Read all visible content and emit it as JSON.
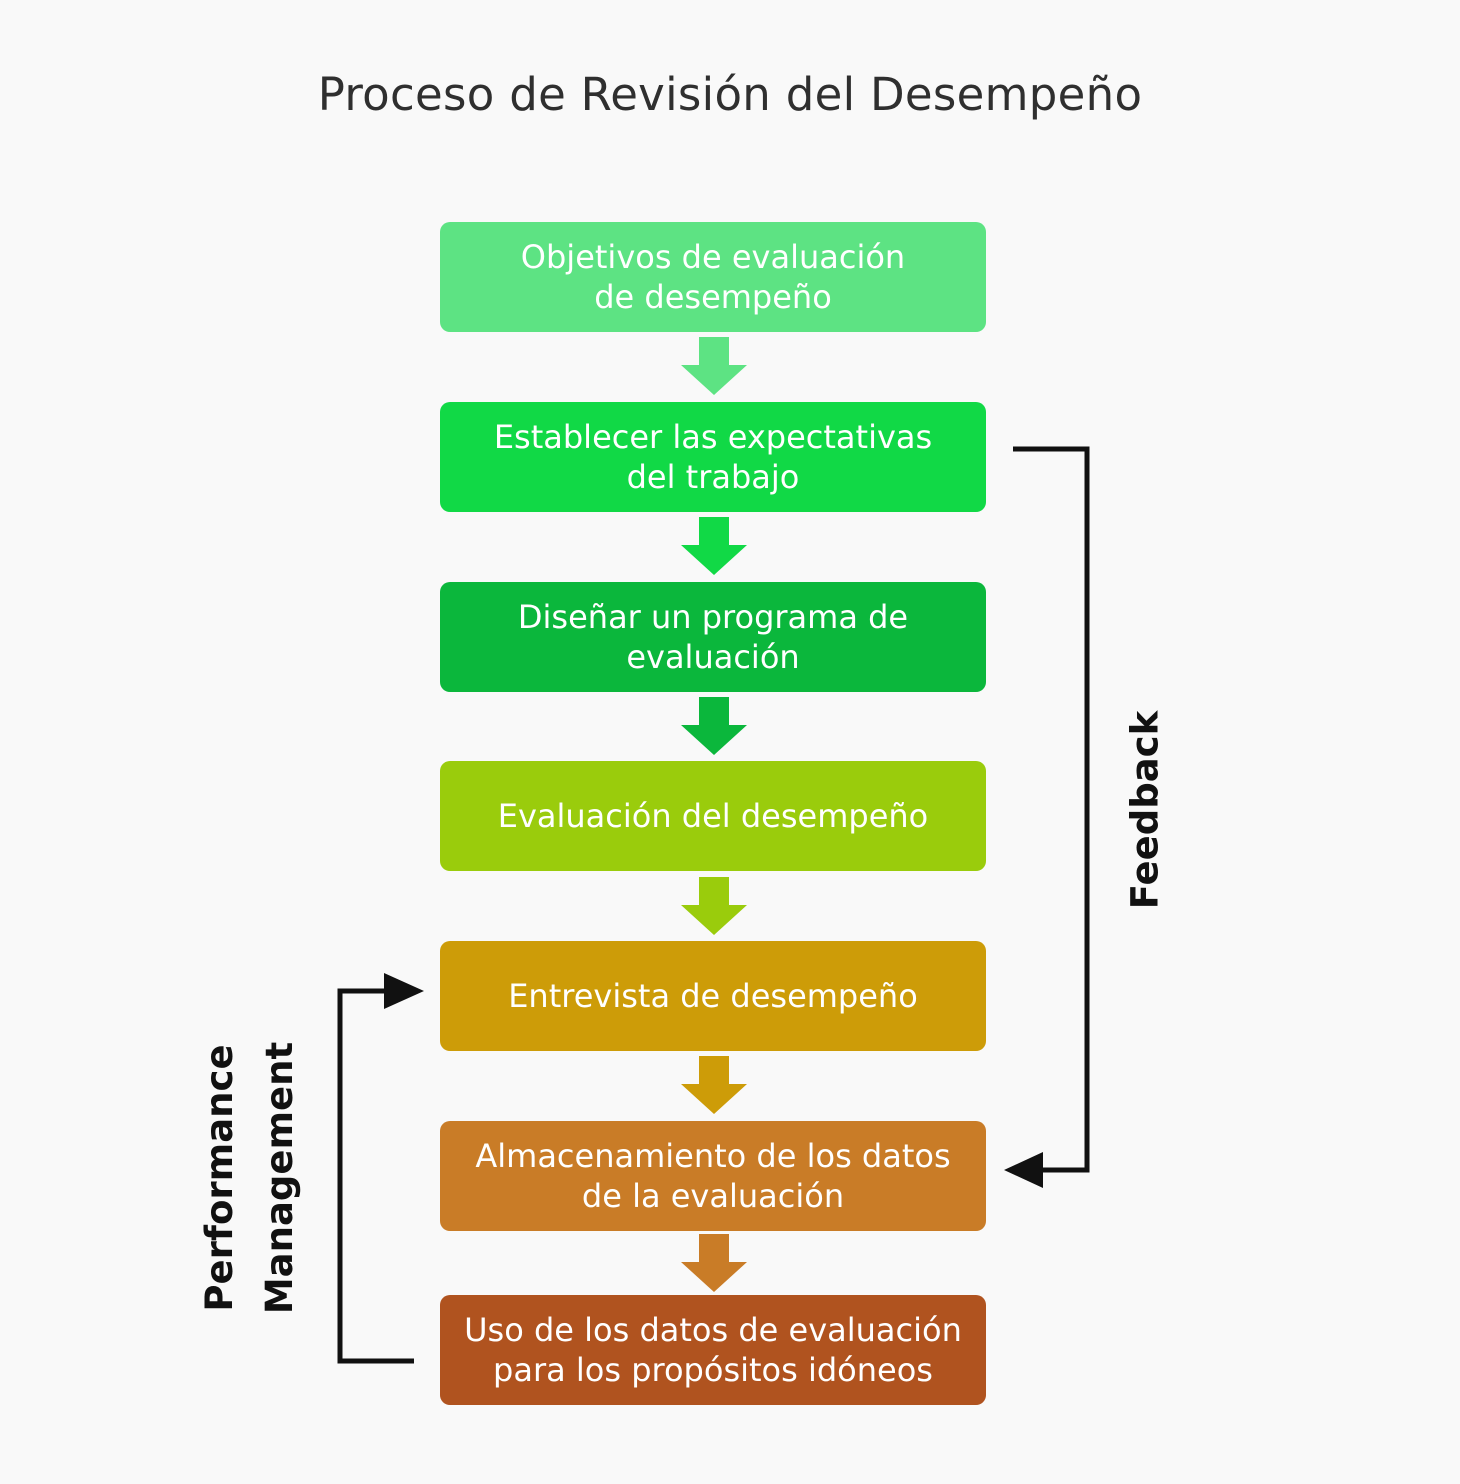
{
  "title": "Proceso de Revisión del Desempeño",
  "steps": [
    {
      "label": "Objetivos de evaluación\nde desempeño",
      "color": "#5de383"
    },
    {
      "label": "Establecer las expectativas\ndel trabajo",
      "color": "#11d946"
    },
    {
      "label": "Diseñar un programa de\nevaluación",
      "color": "#0bb73c"
    },
    {
      "label": "Evaluación del desempeño",
      "color": "#9acc0c"
    },
    {
      "label": "Entrevista de desempeño",
      "color": "#cd9c08"
    },
    {
      "label": "Almacenamiento de los datos\nde la evaluación",
      "color": "#c97c27"
    },
    {
      "label": "Uso de los datos de evaluación\npara los propósitos idóneos",
      "color": "#b0531f"
    }
  ],
  "arrow_colors": [
    "#5de383",
    "#11d946",
    "#0bb73c",
    "#9acc0c",
    "#cd9c08",
    "#c97c27"
  ],
  "feedback_label": "Feedback",
  "performance_label": "Performance\nManagement",
  "connector_color": "#111111"
}
